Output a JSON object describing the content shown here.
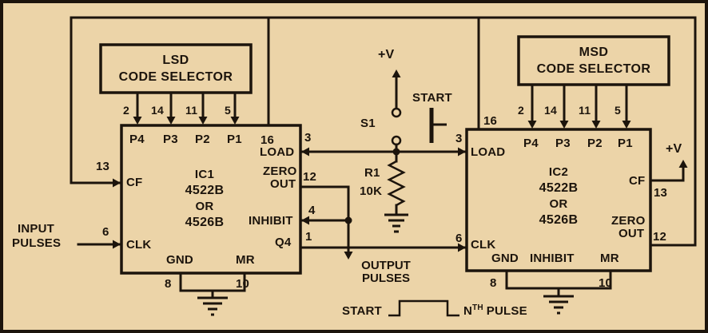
{
  "colors": {
    "background": "#ecd4a8",
    "ink": "#1c140c"
  },
  "selectors": {
    "lsd": {
      "line1": "LSD",
      "line2": "CODE SELECTOR"
    },
    "msd": {
      "line1": "MSD",
      "line2": "CODE SELECTOR"
    }
  },
  "ic1": {
    "name": "IC1",
    "part_top": "4522B",
    "or": "OR",
    "part_bottom": "4526B",
    "preset_pin_numbers": [
      "2",
      "14",
      "11",
      "5"
    ],
    "preset_labels": [
      "P4",
      "P3",
      "P2",
      "P1"
    ],
    "pin16": "16",
    "load": {
      "label": "LOAD",
      "pin": "3"
    },
    "zero_out": {
      "label_line1": "ZERO",
      "label_line2": "OUT",
      "pin": "12"
    },
    "inhibit": {
      "label": "INHIBIT",
      "pin": "4"
    },
    "q4": {
      "label": "Q4",
      "pin": "1"
    },
    "cf": {
      "label": "CF",
      "pin": "13"
    },
    "clk": {
      "label": "CLK",
      "pin": "6"
    },
    "gnd": {
      "label": "GND",
      "pin": "8"
    },
    "mr": {
      "label": "MR",
      "pin": "10"
    }
  },
  "ic2": {
    "name": "IC2",
    "part_top": "4522B",
    "or": "OR",
    "part_bottom": "4526B",
    "preset_pin_numbers": [
      "2",
      "14",
      "11",
      "5"
    ],
    "preset_labels": [
      "P4",
      "P3",
      "P2",
      "P1"
    ],
    "pin16": "16",
    "load": {
      "label": "LOAD",
      "pin": "3"
    },
    "clk": {
      "label": "CLK",
      "pin": "6"
    },
    "cf": {
      "label": "CF",
      "pin": "13"
    },
    "zero_out": {
      "label_line1": "ZERO",
      "label_line2": "OUT",
      "pin": "12"
    },
    "gnd": {
      "label": "GND",
      "pin": "8"
    },
    "inhibit": {
      "label": "INHIBIT"
    },
    "mr": {
      "label": "MR",
      "pin": "10"
    }
  },
  "power": {
    "v_center": "+V",
    "v_right": "+V"
  },
  "start_switch": {
    "ref": "S1",
    "label": "START"
  },
  "resistor": {
    "ref": "R1",
    "value": "10K"
  },
  "input_signal": {
    "line1": "INPUT",
    "line2": "PULSES"
  },
  "output_signal": {
    "line1": "OUTPUT",
    "line2": "PULSES"
  },
  "waveform": {
    "start": "START",
    "n": "N",
    "th": "TH",
    "pulse": "PULSE"
  }
}
